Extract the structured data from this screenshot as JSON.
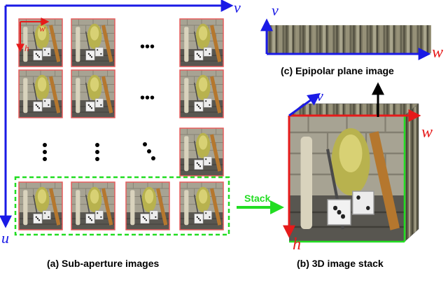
{
  "axes": {
    "u_label": "u",
    "v_label": "v",
    "w_label": "w",
    "h_label": "h",
    "blue_color": "#1a1ae6",
    "red_color": "#e61a1a"
  },
  "arrow": {
    "stack_label": "Stack",
    "green_color": "#22dd22"
  },
  "captions": {
    "sub_aperture": "(a) Sub-aperture images",
    "image_stack": "(b) 3D image stack",
    "epi": "(c) Epipolar plane image"
  },
  "grid": {
    "ellipsis_h": "•••",
    "frame_color": "#e65c5c"
  }
}
